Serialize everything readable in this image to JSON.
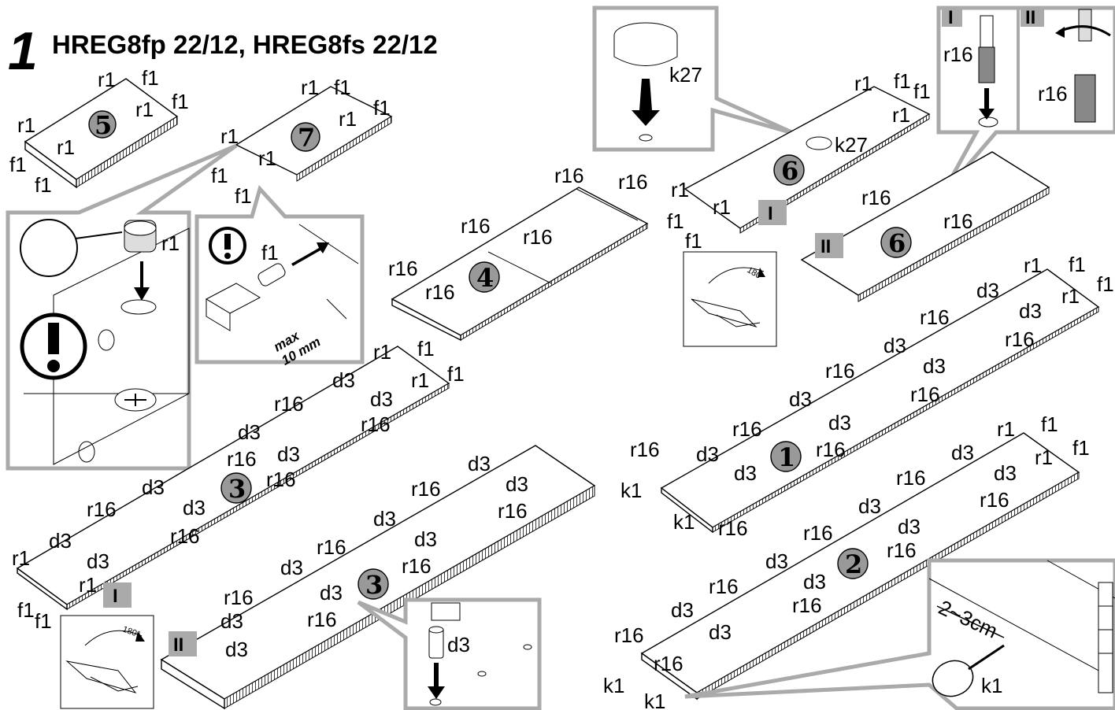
{
  "step_number": "1",
  "title": "HREG8fp 22/12, HREG8fs 22/12",
  "panels": {
    "p1": "1",
    "p2": "2",
    "p3a": "3",
    "p3b": "3",
    "p4": "4",
    "p5": "5",
    "p6a": "6",
    "p6b": "6",
    "p7": "7"
  },
  "badges": {
    "one": "I",
    "two": "II"
  },
  "parts": {
    "r1": "r1",
    "f1": "f1",
    "d3": "d3",
    "r16": "r16",
    "k1": "k1",
    "k27": "k27"
  },
  "notes": {
    "max": "max",
    "max_dist": "10 mm",
    "rotate": "180°",
    "k1_dist": "2~3cm"
  },
  "colors": {
    "callout_border": "#aaaaaa",
    "badge_fill": "#aaaaaa",
    "panel_circle": "#999999"
  }
}
